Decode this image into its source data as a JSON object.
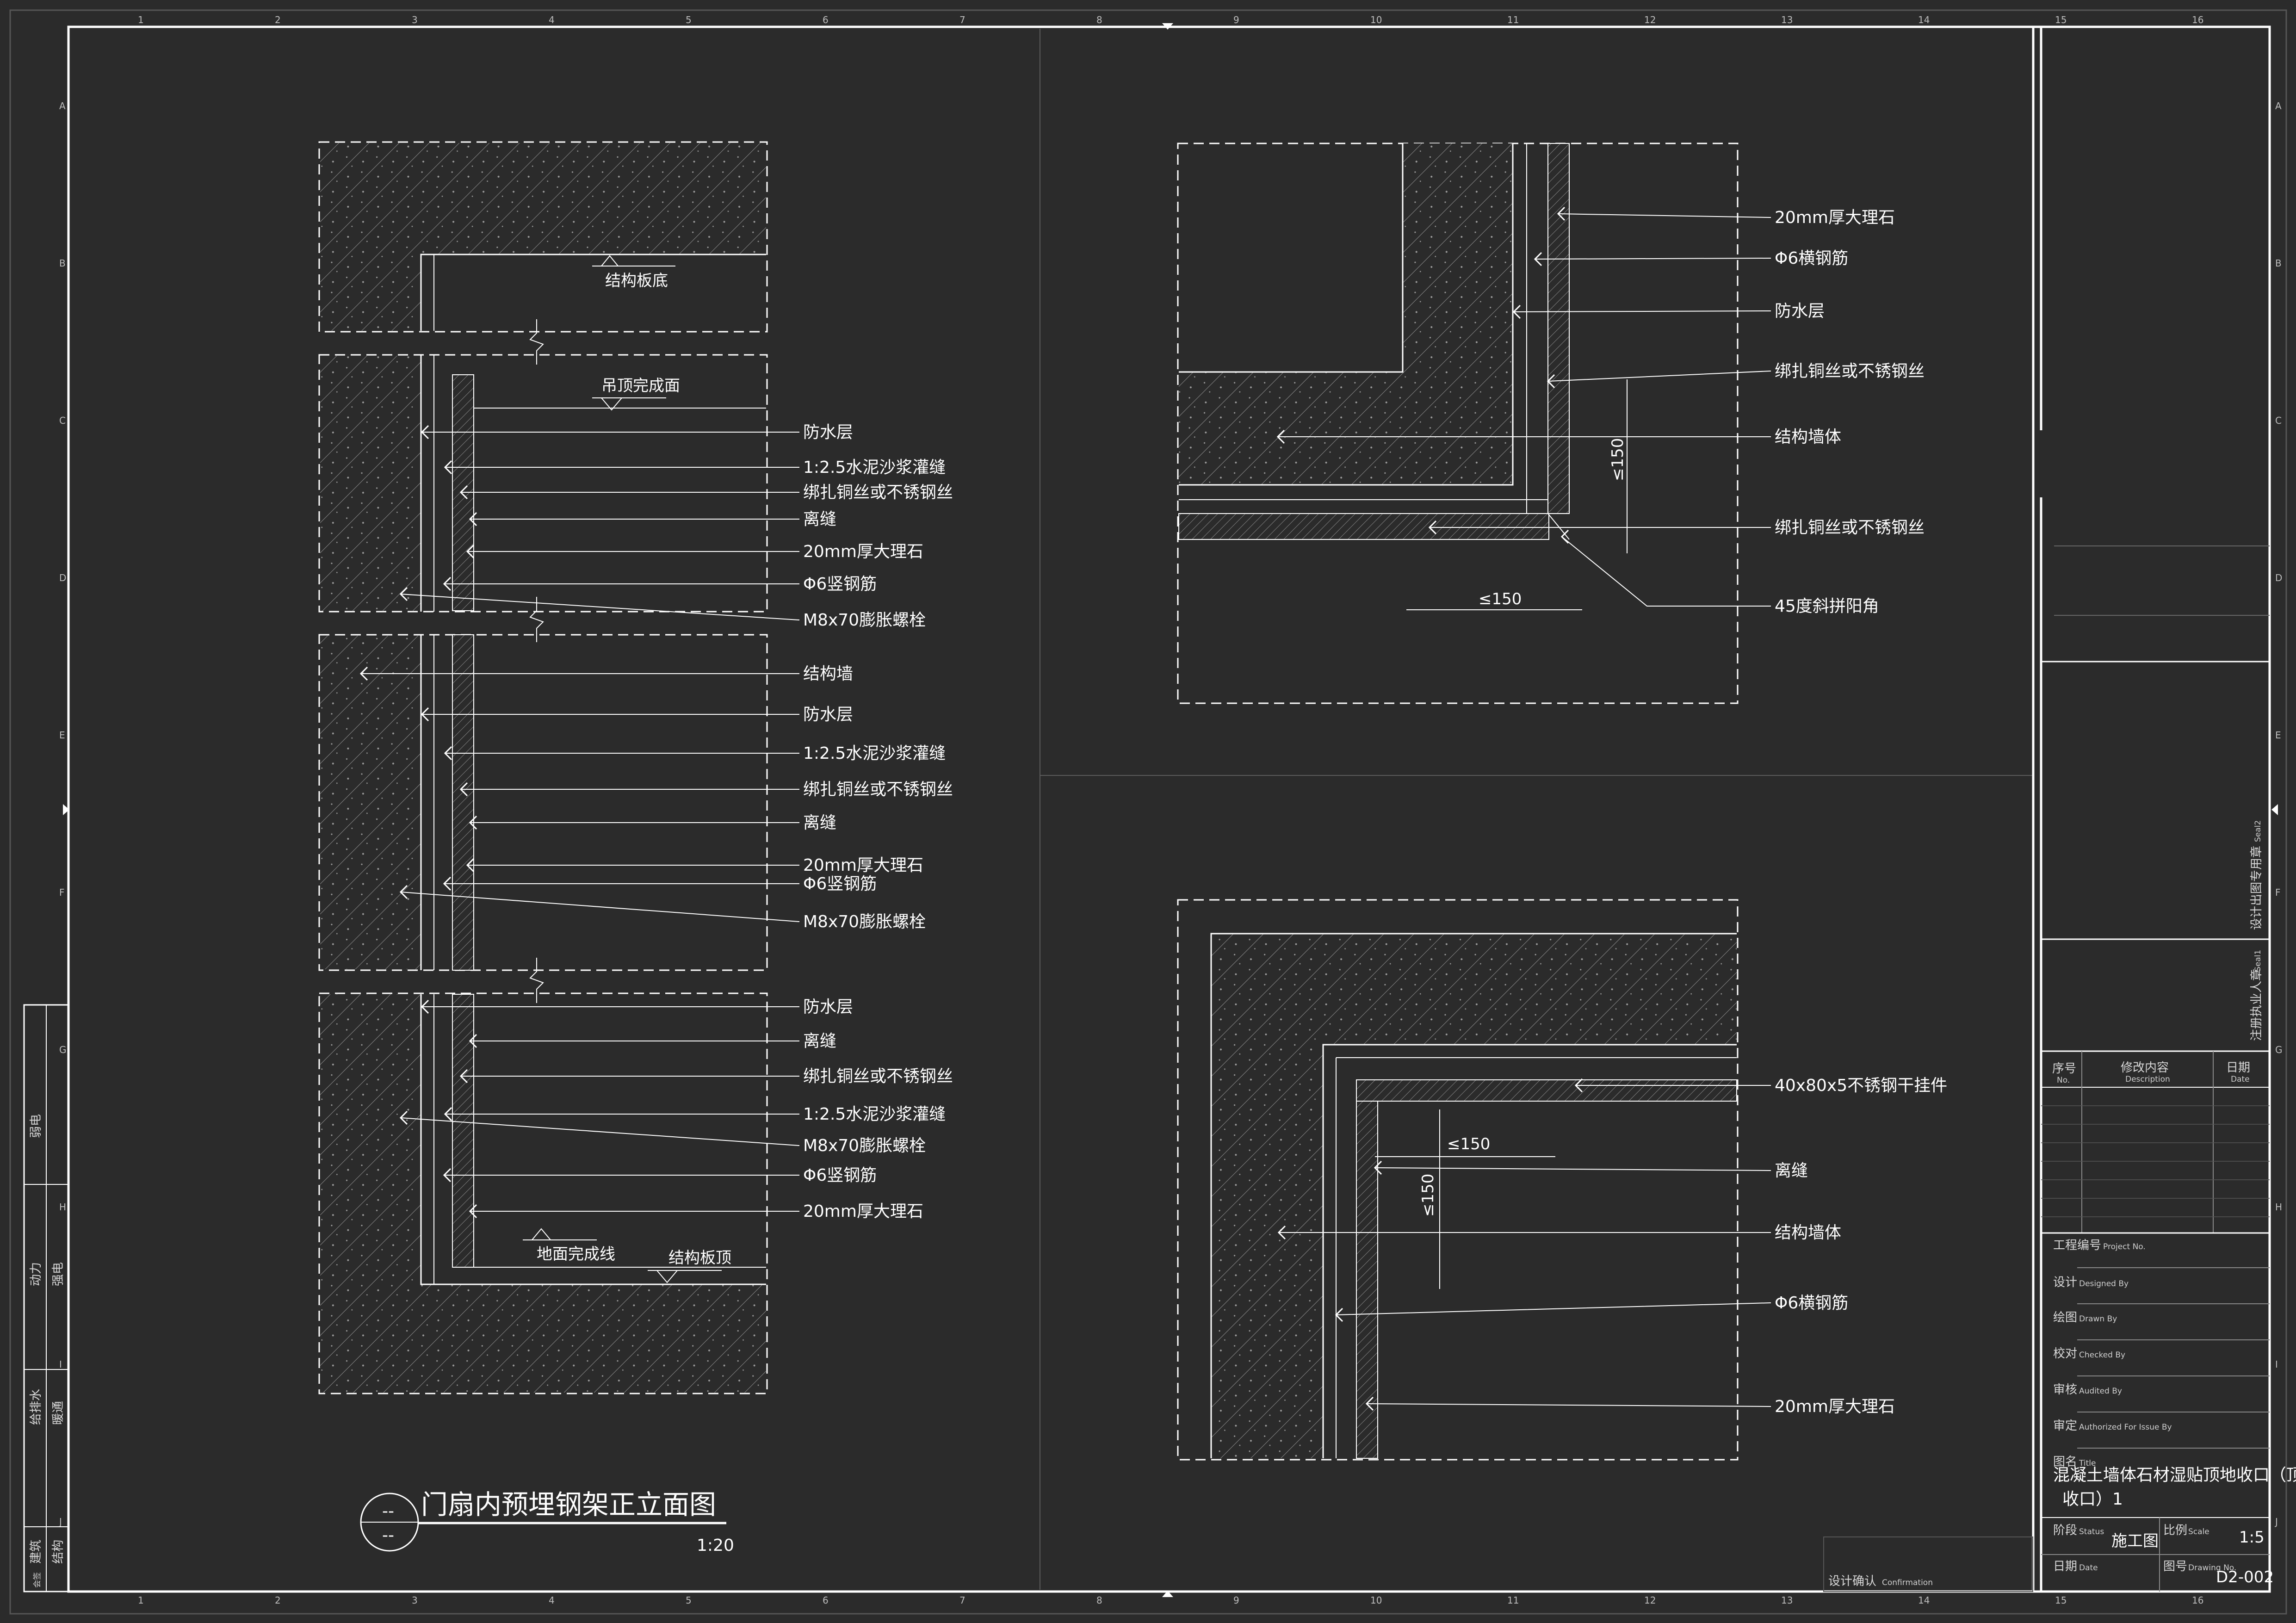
{
  "colors": {
    "background": "#2b2b2b",
    "line": "#ffffff",
    "hatch": "#8a8a8a",
    "frame": "#ffffff"
  },
  "grid": {
    "columns": [
      "1",
      "2",
      "3",
      "4",
      "5",
      "6",
      "7",
      "8",
      "9",
      "10",
      "11",
      "12",
      "13",
      "14",
      "15",
      "16"
    ],
    "rows": [
      "A",
      "B",
      "C",
      "D",
      "E",
      "F",
      "G",
      "H",
      "I",
      "J"
    ]
  },
  "left_drawing": {
    "top_labels": {
      "slab_bottom": "结构板底",
      "ceiling_finish": "吊顶完成面"
    },
    "group1": [
      "防水层",
      "1:2.5水泥沙浆灌缝",
      "绑扎铜丝或不锈钢丝",
      "离缝",
      "20mm厚大理石",
      "Φ6竖钢筋",
      "M8x70膨胀螺栓"
    ],
    "group2": [
      "结构墙",
      "防水层",
      "1:2.5水泥沙浆灌缝",
      "绑扎铜丝或不锈钢丝",
      "离缝",
      "20mm厚大理石",
      "Φ6竖钢筋",
      "M8x70膨胀螺栓"
    ],
    "group3": [
      "防水层",
      "离缝",
      "绑扎铜丝或不锈钢丝",
      "1:2.5水泥沙浆灌缝",
      "M8x70膨胀螺栓",
      "Φ6竖钢筋",
      "20mm厚大理石"
    ],
    "bottom_labels": {
      "floor_finish": "地面完成线",
      "slab_top": "结构板顶"
    },
    "title": "门扇内预埋钢架正立面图",
    "scale": "1:20",
    "symbol_top": "--",
    "symbol_bottom": "--"
  },
  "top_right_drawing": {
    "labels": [
      "20mm厚大理石",
      "Φ6横钢筋",
      "防水层",
      "绑扎铜丝或不锈钢丝",
      "结构墙体",
      "绑扎铜丝或不锈钢丝",
      "45度斜拼阳角"
    ],
    "dim_vertical": "≤150",
    "dim_horizontal": "≤150"
  },
  "bottom_right_drawing": {
    "labels": [
      "40x80x5不锈钢干挂件",
      "离缝",
      "结构墙体",
      "Φ6横钢筋",
      "20mm厚大理石"
    ],
    "dim_horizontal": "≤150",
    "dim_vertical": "≤150"
  },
  "left_strip": {
    "cells": [
      "弱电",
      "动力",
      "强电",
      "给排水",
      "暖通",
      "建筑",
      "结构",
      "会签"
    ]
  },
  "title_block": {
    "seal2": "设计出图专用章",
    "seal2_en": "Seal2",
    "seal1": "注册执业人章",
    "seal1_en": "Seal1",
    "rev_no": "序号",
    "rev_no_en": "No.",
    "rev_desc": "修改内容",
    "rev_desc_en": "Description",
    "rev_date": "日期",
    "rev_date_en": "Date",
    "project_no": "工程编号",
    "project_no_en": "Project No.",
    "designed": "设计",
    "designed_en": "Designed By",
    "drawn": "绘图",
    "drawn_en": "Drawn By",
    "checked": "校对",
    "checked_en": "Checked By",
    "audited": "审核",
    "audited_en": "Audited By",
    "authorized": "审定",
    "authorized_en": "Authorized For Issue By",
    "title_label": "图名",
    "title_label_en": "Title",
    "drawing_title_line1": "混凝土墙体石材湿贴顶地收口（顶地",
    "drawing_title_line2": "收口）1",
    "status_label": "阶段",
    "status_label_en": "Status",
    "status_value": "施工图",
    "scale_label": "比例",
    "scale_label_en": "Scale",
    "scale_value": "1:5",
    "date_label": "日期",
    "date_label_en": "Date",
    "drawing_no_label": "图号",
    "drawing_no_label_en": "Drawing No.",
    "drawing_no_value": "D2-002",
    "confirmation": "设计确认",
    "confirmation_en": "Confirmation"
  }
}
